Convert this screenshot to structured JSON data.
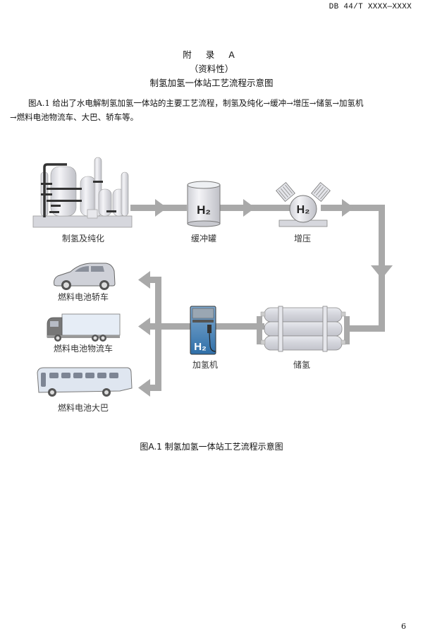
{
  "header": {
    "standard_code": "DB 44/T XXXX—XXXX"
  },
  "annex": {
    "label": "附  录  A",
    "nature": "（资料性）",
    "title": "制氢加氢一体站工艺流程示意图"
  },
  "paragraph": {
    "line1": "图A.1  给出了水电解制氢加氢一体站的主要工艺流程，制氢及纯化→缓冲→增压→储氢→加氢机",
    "line2": "→燃料电池物流车、大巴、轿车等。"
  },
  "diagram": {
    "flow_color": "#a9a9a9",
    "nodes": {
      "production": {
        "label": "制氢及纯化",
        "icon": "hydrogen-plant-icon"
      },
      "buffer": {
        "label": "缓冲罐",
        "icon": "buffer-tank-icon",
        "symbol": "H₂"
      },
      "compressor": {
        "label": "增压",
        "icon": "compressor-icon",
        "symbol": "H₂"
      },
      "storage": {
        "label": "储氢",
        "icon": "storage-cylinders-icon"
      },
      "dispenser": {
        "label": "加氢机",
        "icon": "dispenser-icon",
        "symbol": "H₂"
      },
      "car": {
        "label": "燃料电池轿车",
        "icon": "car-icon"
      },
      "truck": {
        "label": "燃料电池物流车",
        "icon": "truck-icon"
      },
      "bus": {
        "label": "燃料电池大巴",
        "icon": "bus-icon"
      }
    }
  },
  "caption": "图A.1 制氢加氢一体站工艺流程示意图",
  "footer": {
    "page_number": "6"
  }
}
